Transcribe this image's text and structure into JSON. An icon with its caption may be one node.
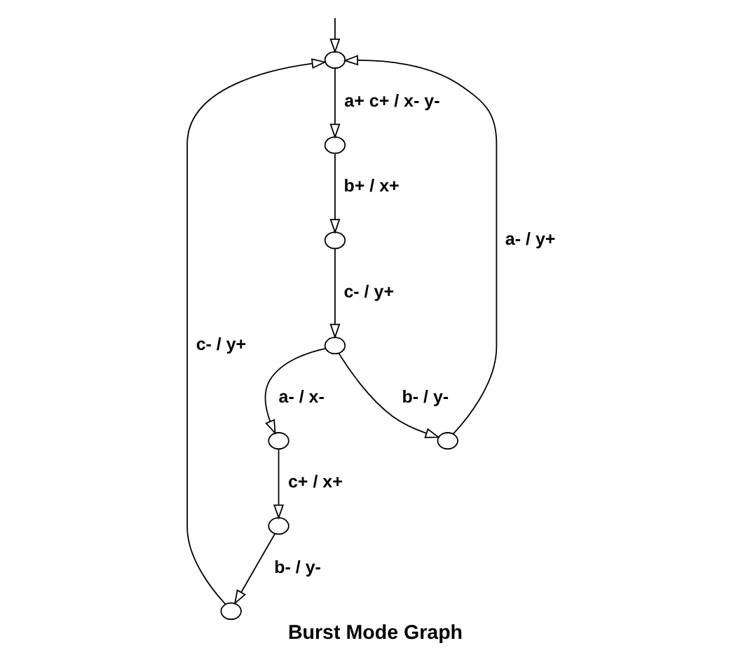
{
  "diagram": {
    "caption": "Burst Mode Graph",
    "nodes": [
      {
        "text": [],
        "shape": "ellipse"
      },
      {
        "text": [],
        "shape": "ellipse"
      },
      {
        "text": [],
        "shape": "ellipse"
      },
      {
        "text": [],
        "shape": "ellipse"
      },
      {
        "text": [],
        "shape": "ellipse"
      },
      {
        "text": [],
        "shape": "ellipse"
      },
      {
        "text": [],
        "shape": "ellipse"
      },
      {
        "text": [],
        "shape": "ellipse"
      }
    ],
    "edges": [
      {
        "from": null,
        "to": 0,
        "arrow": "to"
      },
      {
        "from": 0,
        "to": 1,
        "arrow": "to",
        "label": "a+ c+ / x- y-"
      },
      {
        "from": 1,
        "to": 2,
        "arrow": "to",
        "label": "b+ / x+"
      },
      {
        "from": 2,
        "to": 3,
        "arrow": "to",
        "label": "c- / y+"
      },
      {
        "from": 3,
        "to": 4,
        "arrow": "to",
        "label": "a- / x-"
      },
      {
        "from": 4,
        "to": 5,
        "arrow": "to",
        "label": "c+ / x+"
      },
      {
        "from": 5,
        "to": 6,
        "arrow": "to",
        "label": "b- / y-"
      },
      {
        "from": 6,
        "to": 0,
        "arrow": "to",
        "label": "c- / y+"
      },
      {
        "from": 3,
        "to": 7,
        "arrow": "to",
        "label": "b- / y-"
      },
      {
        "from": 7,
        "to": 0,
        "arrow": "to",
        "label": "a- / y+"
      }
    ]
  }
}
